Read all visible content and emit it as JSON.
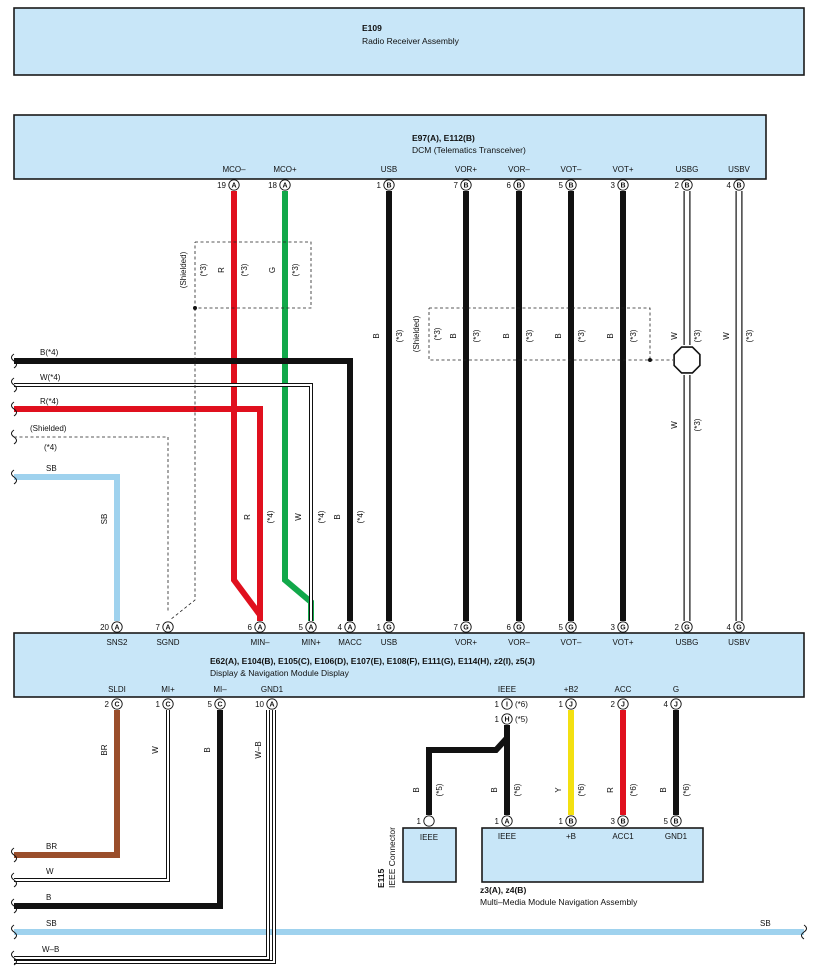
{
  "components": {
    "e109": {
      "code": "E109",
      "name": "Radio Receiver Assembly"
    },
    "dcm": {
      "code": "E97(A), E112(B)",
      "name": "DCM (Telematics Transceiver)"
    },
    "display": {
      "code": "E62(A), E104(B), E105(C), E106(D), E107(E), E108(F), E111(G), E114(H), z2(I), z5(J)",
      "name": "Display & Navigation Module Display"
    },
    "e115": {
      "code": "E115",
      "name": "IEEE Connector",
      "pin_label": "IEEE"
    },
    "mmm": {
      "code": "z3(A), z4(B)",
      "name": "Multi–Media Module Navigation Assembly"
    }
  },
  "dcm_pins": [
    {
      "name": "MCO–",
      "num": "19",
      "conn": "A"
    },
    {
      "name": "MCO+",
      "num": "18",
      "conn": "A"
    },
    {
      "name": "USB",
      "num": "1",
      "conn": "B"
    },
    {
      "name": "VOR+",
      "num": "7",
      "conn": "B"
    },
    {
      "name": "VOR–",
      "num": "6",
      "conn": "B"
    },
    {
      "name": "VOT–",
      "num": "5",
      "conn": "B"
    },
    {
      "name": "VOT+",
      "num": "3",
      "conn": "B"
    },
    {
      "name": "USBG",
      "num": "2",
      "conn": "B"
    },
    {
      "name": "USBV",
      "num": "4",
      "conn": "B"
    }
  ],
  "display_top_pins": [
    {
      "name": "SNS2",
      "num": "20",
      "conn": "A"
    },
    {
      "name": "SGND",
      "num": "7",
      "conn": "A"
    },
    {
      "name": "MIN–",
      "num": "6",
      "conn": "A"
    },
    {
      "name": "MIN+",
      "num": "5",
      "conn": "A"
    },
    {
      "name": "MACC",
      "num": "4",
      "conn": "A"
    },
    {
      "name": "USB",
      "num": "1",
      "conn": "G"
    },
    {
      "name": "VOR+",
      "num": "7",
      "conn": "G"
    },
    {
      "name": "VOR–",
      "num": "6",
      "conn": "G"
    },
    {
      "name": "VOT–",
      "num": "5",
      "conn": "G"
    },
    {
      "name": "VOT+",
      "num": "3",
      "conn": "G"
    },
    {
      "name": "USBG",
      "num": "2",
      "conn": "G"
    },
    {
      "name": "USBV",
      "num": "4",
      "conn": "G"
    }
  ],
  "display_bottom_pins": [
    {
      "name": "SLDI",
      "num": "2",
      "conn": "C"
    },
    {
      "name": "MI+",
      "num": "1",
      "conn": "C"
    },
    {
      "name": "MI–",
      "num": "5",
      "conn": "C"
    },
    {
      "name": "GND1",
      "num": "10",
      "conn": "A"
    },
    {
      "name": "IEEE",
      "num": "1",
      "conn": "I",
      "note": "(*6)"
    },
    {
      "name": "+B2",
      "num": "1",
      "conn": "J"
    },
    {
      "name": "ACC",
      "num": "2",
      "conn": "J"
    },
    {
      "name": "G",
      "num": "4",
      "conn": "J"
    }
  ],
  "display_ieee_alt": {
    "num": "1",
    "conn": "H",
    "note": "(*5)"
  },
  "mmm_pins": [
    {
      "name": "IEEE",
      "num": "1",
      "conn": "A"
    },
    {
      "name": "+B",
      "num": "1",
      "conn": "B"
    },
    {
      "name": "ACC1",
      "num": "3",
      "conn": "B"
    },
    {
      "name": "GND1",
      "num": "5",
      "conn": "B"
    }
  ],
  "e115_pin": {
    "num": "1"
  },
  "wire_labels": {
    "dcm_mco_minus": {
      "color": "R",
      "note": "(*3)"
    },
    "dcm_mco_plus": {
      "color": "G",
      "note": "(*3)"
    },
    "dcm_usb": {
      "color": "B",
      "note": "(*3)"
    },
    "dcm_vor_plus": {
      "color": "B",
      "note": "(*3)"
    },
    "dcm_vor_minus": {
      "color": "B",
      "note": "(*3)"
    },
    "dcm_vot_minus": {
      "color": "B",
      "note": "(*3)"
    },
    "dcm_vot_plus": {
      "color": "B",
      "note": "(*3)"
    },
    "dcm_usbg_upper": {
      "color": "W",
      "note": "(*3)"
    },
    "dcm_usbg_lower": {
      "color": "W",
      "note": "(*3)"
    },
    "dcm_usbv": {
      "color": "W",
      "note": "(*3)"
    },
    "min_minus": {
      "color": "R",
      "note": "(*4)"
    },
    "min_plus": {
      "color": "W",
      "note": "(*4)"
    },
    "macc": {
      "color": "B",
      "note": "(*4)"
    },
    "sns2": {
      "color": "SB"
    },
    "sldi": {
      "color": "BR"
    },
    "mi_plus": {
      "color": "W"
    },
    "mi_minus": {
      "color": "B"
    },
    "gnd1": {
      "color": "W–B"
    },
    "ieee_e115": {
      "color": "B",
      "note": "(*5)"
    },
    "ieee_mmm": {
      "color": "B",
      "note": "(*6)"
    },
    "plus_b": {
      "color": "Y",
      "note": "(*6)"
    },
    "acc1": {
      "color": "R",
      "note": "(*6)"
    },
    "gnd_mmm": {
      "color": "B",
      "note": "(*6)"
    }
  },
  "left_wires": [
    {
      "label": "B(*4)"
    },
    {
      "label": "W(*4)"
    },
    {
      "label": "R(*4)"
    },
    {
      "label": "(Shielded)"
    },
    {
      "label": "(*4)"
    },
    {
      "label": "SB"
    }
  ],
  "bottom_wires": [
    {
      "label": "BR"
    },
    {
      "label": "W"
    },
    {
      "label": "B"
    },
    {
      "label": "SB"
    },
    {
      "label": "W–B"
    }
  ],
  "right_wire_label": "SB",
  "shield_labels": {
    "left": {
      "text": "(Shielded)",
      "note": "(*3)"
    },
    "right": {
      "text": "(Shielded)",
      "note": "(*3)"
    }
  },
  "wire_colors": {
    "red": "#e0101e",
    "green": "#11a84a",
    "black": "#111111",
    "sky_blue": "#9fd2ee",
    "brown": "#9a4e2b",
    "yellow": "#f3e011",
    "white": "#ffffff"
  }
}
